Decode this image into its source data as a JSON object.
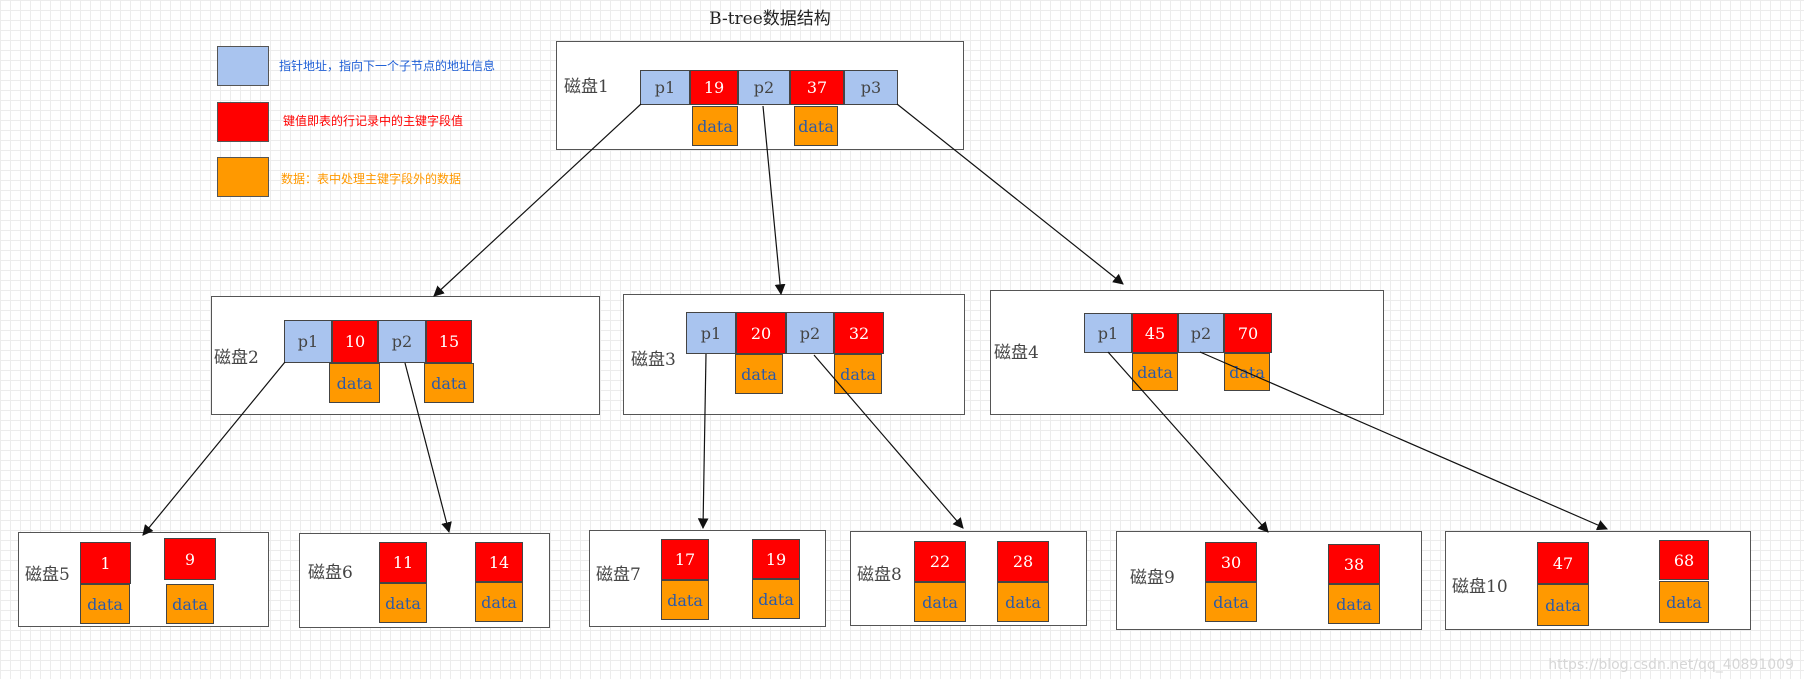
{
  "title": "B-tree数据结构",
  "legend": [
    {
      "text": "指针地址，指向下一个子节点的地址信息",
      "color": "#a9c4ef",
      "text_color": "#1f5fd6"
    },
    {
      "text": "键值即表的行记录中的主键字段值",
      "color": "#ff0000",
      "text_color": "#ff0000"
    },
    {
      "text": "数据：表中处理主键字段外的数据",
      "color": "#ff9900",
      "text_color": "#ff9900"
    }
  ],
  "disks": {
    "d1": {
      "label": "磁盘1",
      "pointers": [
        "p1",
        "p2",
        "p3"
      ],
      "keys": [
        "19",
        "37"
      ],
      "data": [
        "data",
        "data"
      ]
    },
    "d2": {
      "label": "磁盘2",
      "pointers": [
        "p1",
        "p2"
      ],
      "keys": [
        "10",
        "15"
      ],
      "data": [
        "data",
        "data"
      ]
    },
    "d3": {
      "label": "磁盘3",
      "pointers": [
        "p1",
        "p2"
      ],
      "keys": [
        "20",
        "32"
      ],
      "data": [
        "data",
        "data"
      ]
    },
    "d4": {
      "label": "磁盘4",
      "pointers": [
        "p1",
        "p2"
      ],
      "keys": [
        "45",
        "70"
      ],
      "data": [
        "data",
        "data"
      ]
    },
    "d5": {
      "label": "磁盘5",
      "keys": [
        "1",
        "9"
      ],
      "data": [
        "data",
        "data"
      ]
    },
    "d6": {
      "label": "磁盘6",
      "keys": [
        "11",
        "14"
      ],
      "data": [
        "data",
        "data"
      ]
    },
    "d7": {
      "label": "磁盘7",
      "keys": [
        "17",
        "19"
      ],
      "data": [
        "data",
        "data"
      ]
    },
    "d8": {
      "label": "磁盘8",
      "keys": [
        "22",
        "28"
      ],
      "data": [
        "data",
        "data"
      ]
    },
    "d9": {
      "label": "磁盘9",
      "keys": [
        "30",
        "38"
      ],
      "data": [
        "data",
        "data"
      ]
    },
    "d10": {
      "label": "磁盘10",
      "keys": [
        "47",
        "68"
      ],
      "data": [
        "data",
        "data"
      ]
    }
  },
  "watermark": "https://blog.csdn.net/qq_40891009"
}
